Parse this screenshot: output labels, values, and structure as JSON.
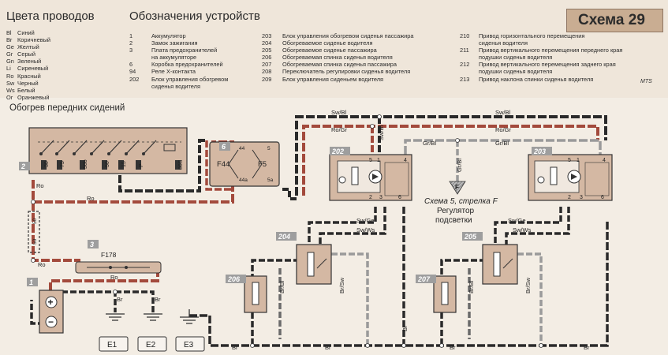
{
  "header": {
    "wire_colors_title": "Цвета проводов",
    "devices_title": "Обозначения устройств",
    "schema_label": "Схема 29",
    "watermark": "MTS"
  },
  "wire_colors": [
    {
      "code": "Bl",
      "name": "Синий"
    },
    {
      "code": "Br",
      "name": "Коричневый"
    },
    {
      "code": "Ge",
      "name": "Желтый"
    },
    {
      "code": "Gr",
      "name": "Серый"
    },
    {
      "code": "Gn",
      "name": "Зеленый"
    },
    {
      "code": "Li",
      "name": "Сиреневый"
    },
    {
      "code": "Ro",
      "name": "Красный"
    },
    {
      "code": "Sw",
      "name": "Черный"
    },
    {
      "code": "Ws",
      "name": "Белый"
    },
    {
      "code": "Or",
      "name": "Оранжевый"
    }
  ],
  "devices_col1": [
    {
      "num": "1",
      "text": "Аккумулятор"
    },
    {
      "num": "2",
      "text": "Замок зажигания"
    },
    {
      "num": "3",
      "text": "Плата предохранителей"
    },
    {
      "num": "",
      "text": "на аккумуляторе"
    },
    {
      "num": "6",
      "text": "Коробка предохранителей"
    },
    {
      "num": "94",
      "text": "Реле X-контакта"
    },
    {
      "num": "202",
      "text": "Блок управления обогревом"
    },
    {
      "num": "",
      "text": "сиденья водителя"
    }
  ],
  "devices_col2": [
    {
      "num": "203",
      "text": "Блок управления обогревом сиденья пассажира"
    },
    {
      "num": "204",
      "text": "Обогреваемое сиденье водителя"
    },
    {
      "num": "205",
      "text": "Обогреваемое сиденье пассажира"
    },
    {
      "num": "206",
      "text": "Обогреваемая спинка сиденья водителя"
    },
    {
      "num": "207",
      "text": "Обогреваемая спинка сиденья пассажира"
    },
    {
      "num": "208",
      "text": "Переключатель регулировки сиденья водителя"
    },
    {
      "num": "209",
      "text": "Блок управления сиденьем водителя"
    }
  ],
  "devices_col3": [
    {
      "num": "210",
      "text": "Привод горизонтального перемещения"
    },
    {
      "num": "",
      "text": "сиденья водителя"
    },
    {
      "num": "211",
      "text": "Привод вертикального перемещения переднего края"
    },
    {
      "num": "",
      "text": "подушки сиденья водителя"
    },
    {
      "num": "212",
      "text": "Привод вертикального перемещения заднего края"
    },
    {
      "num": "",
      "text": "подушки сиденья водителя"
    },
    {
      "num": "213",
      "text": "Привод наклона спинки сиденья водителя"
    }
  ],
  "diagram": {
    "section_title": "Обогрев передних сидений",
    "wire_labels": {
      "sw_bl": "Sw/Bl",
      "ro_gr": "Ro/Gr",
      "gr_bl": "Gr/Bl",
      "ro": "Ro",
      "sw_ge": "Sw/Ge",
      "sw_ws": "Sw/Ws",
      "br": "Br",
      "br_bl": "Br/Bl",
      "br_sw": "Br/Sw"
    },
    "components": {
      "c1": "1",
      "c2": "2",
      "c3": "3",
      "c6": "6",
      "c202": "202",
      "c203": "203",
      "c204": "204",
      "c205": "205",
      "c206": "206",
      "c207": "207"
    },
    "fuses": {
      "f44": "F44",
      "f5": "F5",
      "f178": "F178"
    },
    "switch_terminals": {
      "t30": "30",
      "t75": "75",
      "t50b": "50b",
      "t50": "50",
      "t15": "15",
      "tp": "P",
      "t86s": "86S"
    },
    "fuse_pins": {
      "p44": "44",
      "p44a": "44a",
      "p5": "5",
      "p5a": "5a"
    },
    "relay_pins": {
      "p50_1": "50",
      "p50_2": "50"
    },
    "unit_pins": {
      "p1": "1",
      "p2": "2",
      "p3": "3",
      "p4": "4",
      "p5": "5",
      "p6": "6"
    },
    "grounds": {
      "e1": "E1",
      "e2": "E2",
      "e3": "E3"
    },
    "battery": {
      "plus": "+",
      "minus": "−"
    },
    "ref_note": "Схема 5, стрелка F",
    "ref_arrow": "F",
    "dimmer": {
      "line1": "Регулятор",
      "line2": "подсветки"
    }
  }
}
